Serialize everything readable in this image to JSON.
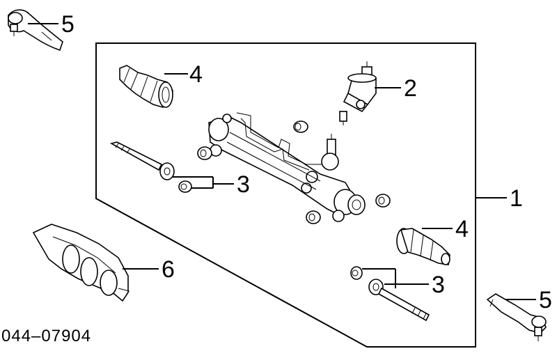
{
  "diagram": {
    "callouts": {
      "tie_rod_end_left": "5",
      "boot_left": "4",
      "control_valve": "2",
      "inner_tie_rod_left": "3",
      "assembly": "1",
      "boot_right": "4",
      "inner_tie_rod_right": "3",
      "tie_rod_end_right": "5",
      "shield": "6"
    },
    "diagram_code": "044–07904"
  }
}
